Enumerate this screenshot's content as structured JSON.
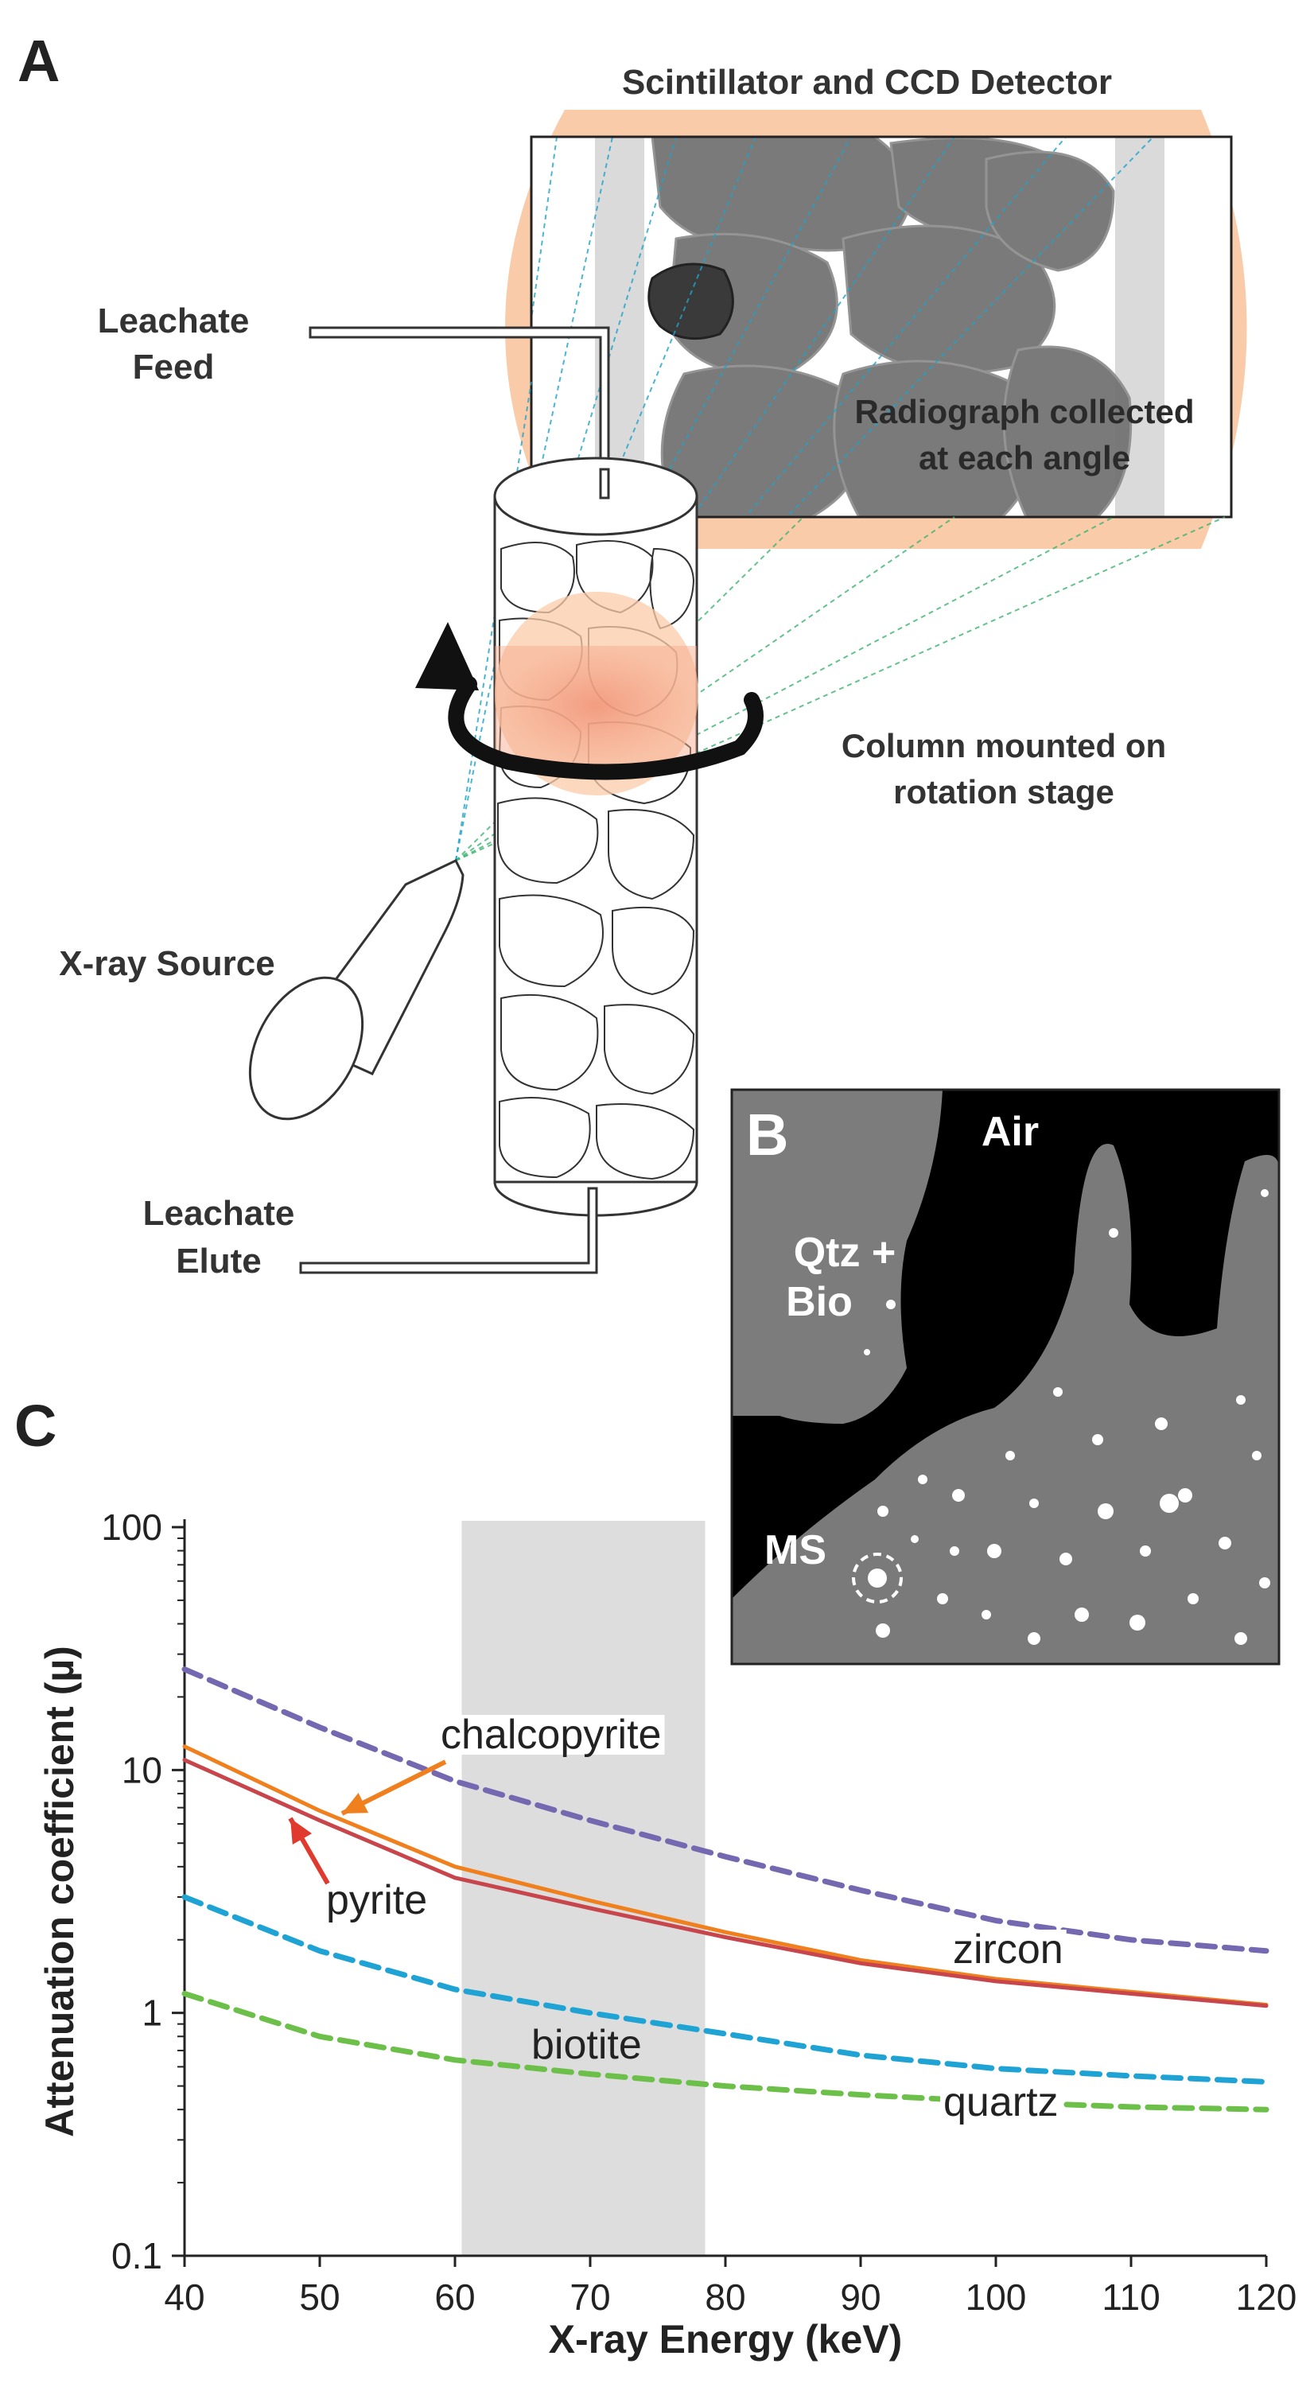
{
  "colors": {
    "detector_glow": "#F9CBA8",
    "rotation_highlight": "#F28A6B",
    "beam_lines_blue": "#1FA3C8",
    "beam_lines_green": "#3CB371",
    "shaded_band": "#DDDDDD",
    "chalcopyrite": "#F07F1E",
    "pyrite": "#C8464B",
    "zircon": "#7469B1",
    "biotite": "#1FA3D4",
    "quartz": "#6CC04A",
    "arrow_chalcopyrite": "#F07F1E",
    "arrow_pyrite": "#E03A2F"
  },
  "panel_a": {
    "label": "A",
    "detector_title": "Scintillator and CCD Detector",
    "radiograph_line1": "Radiograph collected",
    "radiograph_line2": "at each angle",
    "feed_line1": "Leachate",
    "feed_line2": "Feed",
    "stage_line1": "Column mounted on",
    "stage_line2": "rotation stage",
    "source_label": "X-ray Source",
    "elute_line1": "Leachate",
    "elute_line2": "Elute"
  },
  "panel_b": {
    "label": "B",
    "air": "Air",
    "qtz_line1": "Qtz +",
    "qtz_line2": "Bio",
    "ms": "MS"
  },
  "panel_c": {
    "label": "C"
  },
  "chart_data": {
    "type": "line",
    "xlabel": "X-ray Energy (keV)",
    "ylabel": "Attenuation coefficient (µ)",
    "xlim": [
      40,
      120
    ],
    "ylim": [
      0.1,
      100
    ],
    "yscale": "log",
    "xticks": [
      40,
      50,
      60,
      70,
      80,
      90,
      100,
      110,
      120
    ],
    "yticks": [
      0.1,
      1,
      10,
      100
    ],
    "ytick_labels": [
      "0.1",
      "1",
      "10",
      "100"
    ],
    "shaded_region": [
      60.5,
      78.5
    ],
    "grid": false,
    "legend": "none",
    "series": [
      {
        "name": "zircon",
        "style": "dashed",
        "x": [
          40,
          50,
          60,
          70,
          80,
          90,
          100,
          110,
          120
        ],
        "y": [
          26,
          15,
          9,
          6.2,
          4.4,
          3.2,
          2.4,
          2.0,
          1.8
        ]
      },
      {
        "name": "chalcopyrite",
        "style": "solid",
        "x": [
          40,
          50,
          60,
          70,
          80,
          90,
          100,
          110,
          120
        ],
        "y": [
          12.5,
          6.8,
          4.0,
          2.9,
          2.15,
          1.65,
          1.38,
          1.22,
          1.08
        ]
      },
      {
        "name": "pyrite",
        "style": "solid",
        "x": [
          40,
          50,
          60,
          70,
          80,
          90,
          100,
          110,
          120
        ],
        "y": [
          11.0,
          6.2,
          3.6,
          2.7,
          2.05,
          1.6,
          1.35,
          1.2,
          1.07
        ]
      },
      {
        "name": "biotite",
        "style": "dashed",
        "x": [
          40,
          50,
          60,
          70,
          80,
          90,
          100,
          110,
          120
        ],
        "y": [
          3.0,
          1.8,
          1.25,
          1.0,
          0.82,
          0.67,
          0.59,
          0.55,
          0.52
        ]
      },
      {
        "name": "quartz",
        "style": "dashed",
        "x": [
          40,
          50,
          60,
          70,
          80,
          90,
          100,
          110,
          120
        ],
        "y": [
          1.2,
          0.8,
          0.64,
          0.56,
          0.5,
          0.46,
          0.43,
          0.41,
          0.4
        ]
      }
    ]
  }
}
